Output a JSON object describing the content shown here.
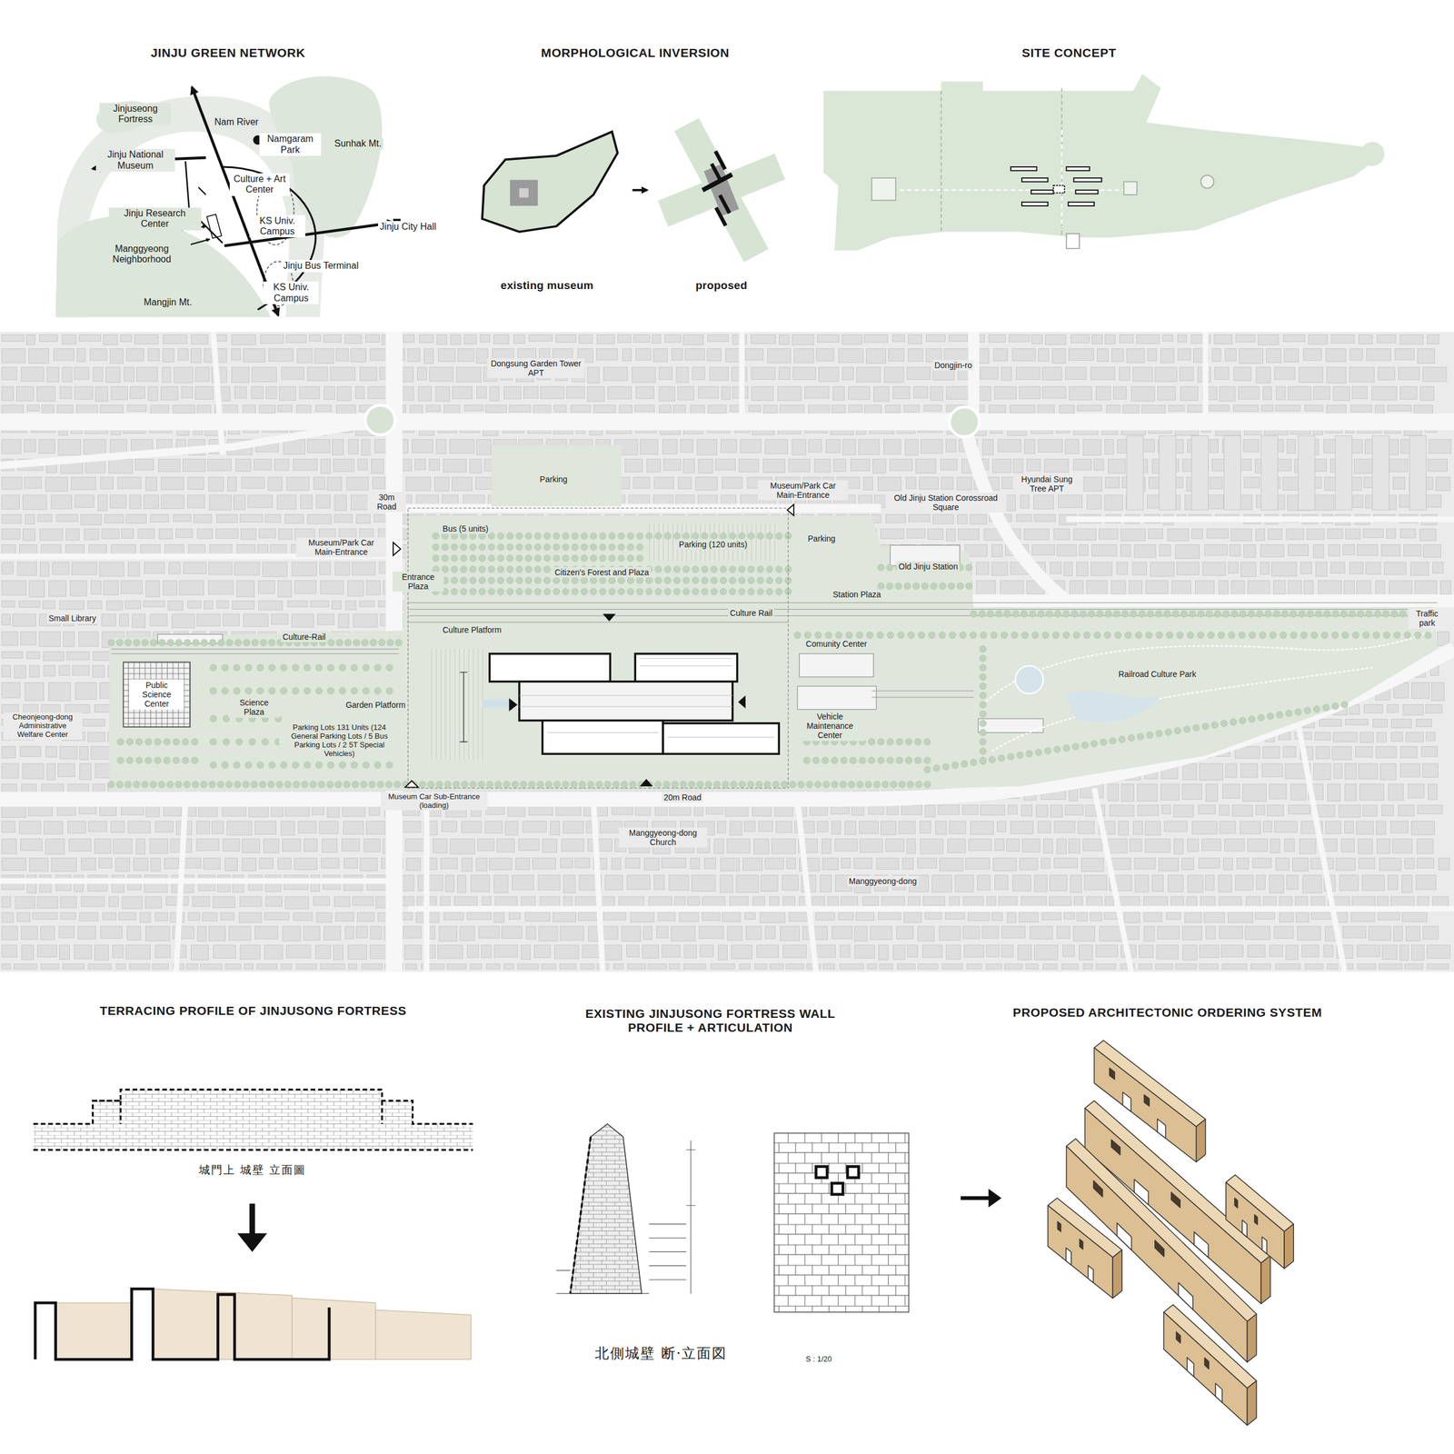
{
  "diagram": {
    "nodes": [
      {
        "text": [
          "Public Science Center"
        ]
      }
    ],
    "labels": [
      "JINJU GREEN NETWORK",
      "Jinjuseong Fortress",
      "Nam River",
      "Namgaram Park",
      "Sunhak Mt.",
      "Jinju National Museum",
      "Culture + Art Center",
      "Jinju Research Center",
      "KS Univ. Campus",
      "Jinju City Hall",
      "Manggyeong Neighborhood",
      "Jinju Bus Terminal",
      "KS Univ. Campus",
      "Mangjin Mt.",
      "MORPHOLOGICAL INVERSION",
      "existing museum",
      "proposed",
      "SITE CONCEPT",
      "Dongsung Garden Tower APT",
      "Dongjin-ro",
      "30m Road",
      "Parking",
      "Museum/Park Car Main-Entrance",
      "Museum/Park Car Main-Entrance",
      "Old Jinju Station Corossroad Square",
      "Hyundai Sung Tree APT",
      "Bus (5 units)",
      "Parking (120 units)",
      "Parking",
      "Old Jinju Station",
      "Entrance Plaza",
      "Citizen's Forest and Plaza",
      "Station Plaza",
      "Small Library",
      "Culture Rail",
      "Culture Platform",
      "Culture-Rail",
      "Comunity Center",
      "Traffic park",
      "Railroad Culture Park",
      "Science Plaza",
      "Garden Platform",
      "Parking Lots 131 Units (124 General Parking Lots / 5 Bus Parking Lots / 2 5T Special Vehicles)",
      "Cheonjeong-dong Administrative Welfare Center",
      "Vehicle Maintenance Center",
      "Museum Car Sub-Entrance (loading)",
      "20m Road",
      "Manggyeong-dong Church",
      "Manggyeong-dong",
      "TERRACING PROFILE OF JINJUSONG FORTRESS",
      "城門上 城壁 立面圖",
      "EXISTING JINJUSONG FORTRESS WALL PROFILE + ARTICULATION",
      "北側城壁 断·立面図",
      "S : 1/20",
      "PROPOSED ARCHITECTONIC ORDERING SYSTEM"
    ]
  }
}
